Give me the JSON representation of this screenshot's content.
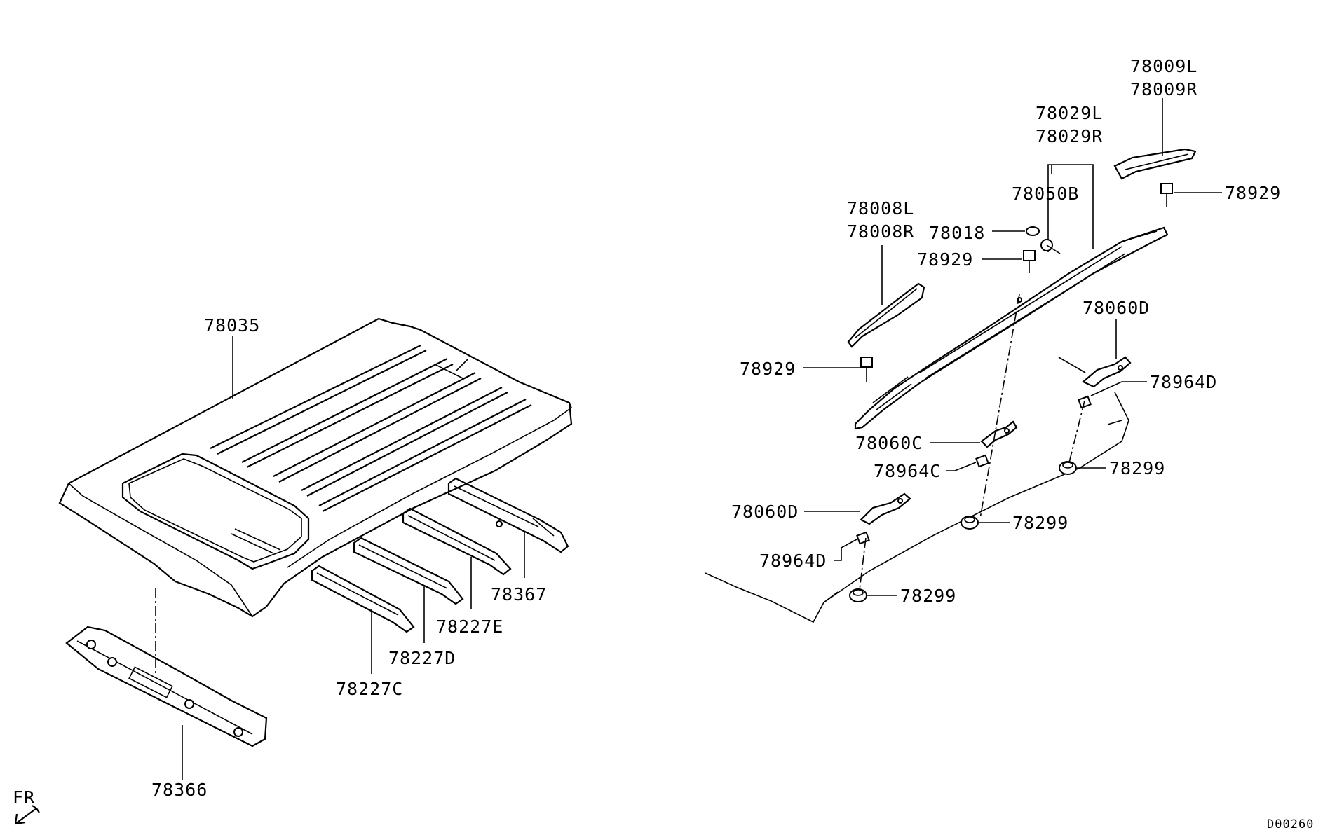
{
  "diagram": {
    "labels": {
      "roof_panel": "78035",
      "front_header": "78366",
      "bow_c": "78227C",
      "bow_d": "78227D",
      "bow_e": "78227E",
      "rear_header": "78367",
      "rail_front_cover_l": "78008L",
      "rail_front_cover_r": "78008R",
      "rail_rear_cover_l": "78009L",
      "rail_rear_cover_r": "78009R",
      "roof_rail_l": "78029L",
      "roof_rail_r": "78029R",
      "rail_clip": "78050B",
      "rail_cap": "78018",
      "bolt_front": "78929",
      "bolt_mid": "78929",
      "bolt_rear": "78929",
      "bracket_rear": "78060D",
      "bracket_mid": "78060C",
      "bracket_front": "78060D",
      "spacer_rear": "78964D",
      "spacer_mid": "78964C",
      "spacer_front": "78964D",
      "nut_rear": "78299",
      "nut_mid": "78299",
      "nut_front": "78299"
    },
    "direction_label": "FR",
    "diagram_code": "D00260"
  }
}
